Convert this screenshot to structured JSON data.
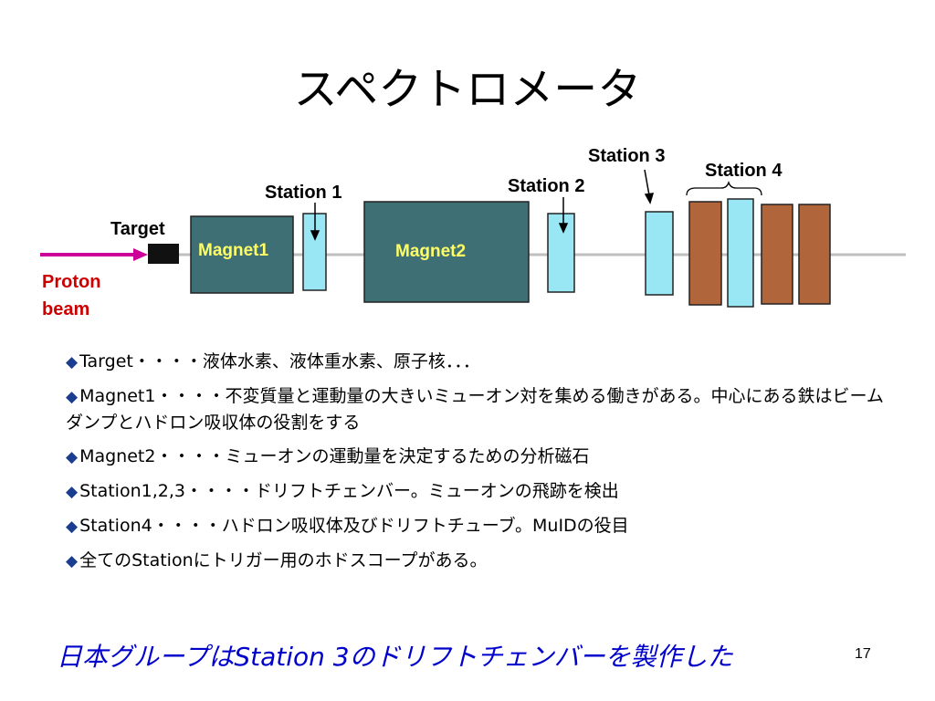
{
  "title": "スペクトロメータ",
  "diagram": {
    "labels": {
      "station1": "Station 1",
      "station2": "Station 2",
      "station3": "Station 3",
      "station4": "Station 4",
      "target": "Target",
      "magnet1": "Magnet1",
      "magnet2": "Magnet2",
      "proton_line1": "Proton",
      "proton_line2": "beam"
    },
    "colors": {
      "magnet": "#3d6f74",
      "magnet_label": "#ffff66",
      "station": "#99e6f5",
      "absorber": "#b0653a",
      "beam": "#cc0099",
      "beamline": "#bfbfbf",
      "target": "#111111"
    }
  },
  "bullets": [
    {
      "marker": "◆",
      "text": "Target・・・・液体水素、液体重水素、原子核．．．"
    },
    {
      "marker": "◆",
      "text": "Magnet1・・・・不変質量と運動量の大きいミューオン対を集める働きがある。中心にある鉄はビームダンプとハドロン吸収体の役割をする"
    },
    {
      "marker": "◆",
      "text": "Magnet2・・・・ミューオンの運動量を決定するための分析磁石"
    },
    {
      "marker": "◆",
      "text": "Station1,2,3・・・・ドリフトチェンバー。ミューオンの飛跡を検出"
    },
    {
      "marker": "◆",
      "text": "Station4・・・・ハドロン吸収体及びドリフトチューブ。MuIDの役目"
    },
    {
      "marker": "◆",
      "text": "全てのStationにトリガー用のホドスコープがある。"
    }
  ],
  "footer": "日本グループはStation 3のドリフトチェンバーを製作した",
  "page_number": "17"
}
